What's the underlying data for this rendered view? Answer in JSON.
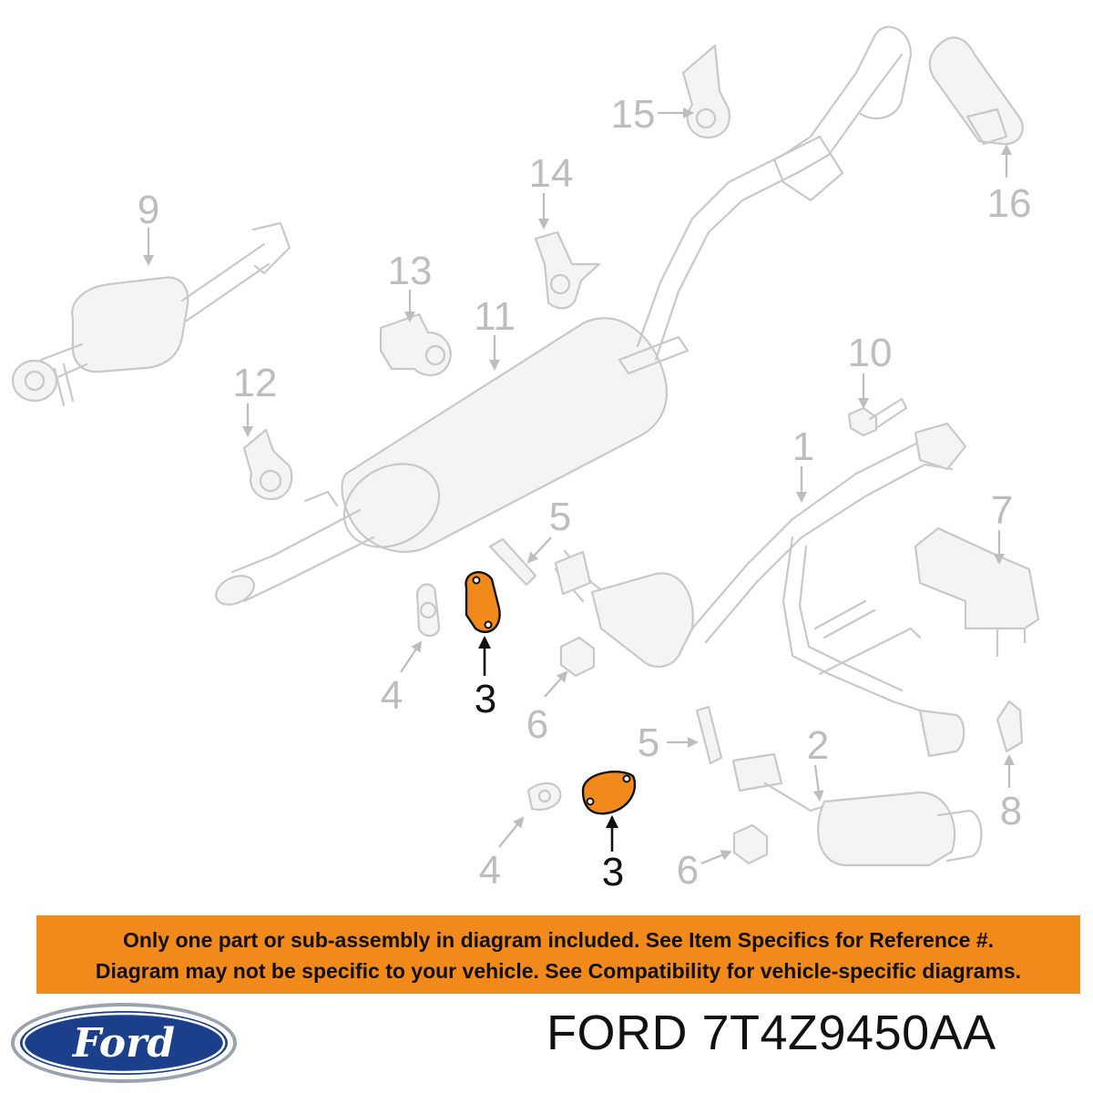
{
  "diagram": {
    "callouts": {
      "c1": "1",
      "c2": "2",
      "c3a": "3",
      "c3b": "3",
      "c4a": "4",
      "c4b": "4",
      "c5a": "5",
      "c5b": "5",
      "c6a": "6",
      "c6b": "6",
      "c7": "7",
      "c8": "8",
      "c9": "9",
      "c10": "10",
      "c11": "11",
      "c12": "12",
      "c13": "13",
      "c14": "14",
      "c15": "15",
      "c16": "16"
    },
    "highlight_color": "#f2891b",
    "ghost_color": "#c8c8c8"
  },
  "banner": {
    "line1": "Only one part or sub-assembly in diagram included. See Item Specifics for Reference #.",
    "line2": "Diagram may not be specific to your vehicle. See Compatibility for vehicle-specific diagrams.",
    "background": "#f2891b"
  },
  "logo": {
    "text": "Ford",
    "oval_color": "#1c3f8c"
  },
  "part": {
    "title": "FORD 7T4Z9450AA"
  }
}
